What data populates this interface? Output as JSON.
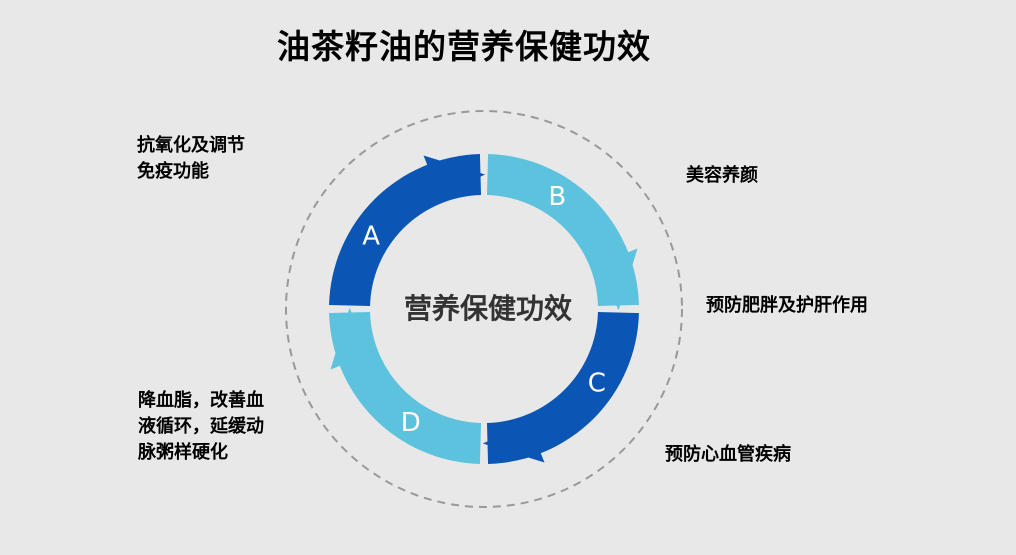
{
  "title": "油茶籽油的营养保健功效",
  "center_label": "营养保健功效",
  "colors": {
    "dark_blue": "#0b55b4",
    "light_blue": "#5dc2de",
    "background": "#e8e8e8",
    "dashed_ring": "#999999"
  },
  "segments": [
    {
      "letter": "A",
      "color": "#0b55b4"
    },
    {
      "letter": "B",
      "color": "#5dc2de"
    },
    {
      "letter": "C",
      "color": "#0b55b4"
    },
    {
      "letter": "D",
      "color": "#5dc2de"
    }
  ],
  "labels": {
    "a": [
      "抗氧化及调节",
      "免疫功能"
    ],
    "b1": [
      "美容养颜"
    ],
    "b2": [
      "预防肥胖及护肝作用"
    ],
    "c": [
      "预防心血管疾病"
    ],
    "d": [
      "降血脂，改善血",
      "液循环，延缓动",
      "脉粥样硬化"
    ]
  }
}
